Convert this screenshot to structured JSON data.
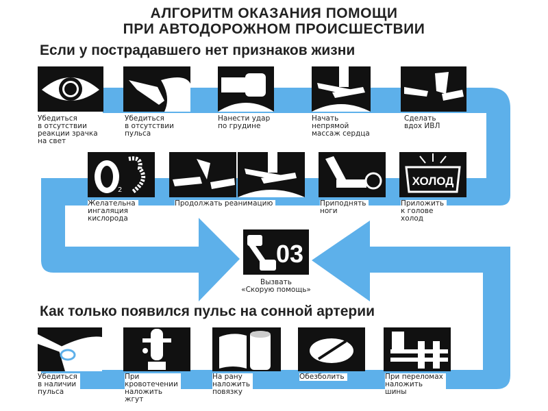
{
  "title": {
    "line1": "АЛГОРИТМ ОКАЗАНИЯ ПОМОЩИ",
    "line2": "ПРИ АВТОДОРОЖНОМ ПРОИСШЕСТВИИ"
  },
  "colors": {
    "band": "#5db0ea",
    "icon_bg": "#111111"
  },
  "section1": {
    "heading": "Если у пострадавшего нет признаков жизни",
    "row1": [
      {
        "icon": "eye-icon",
        "label": "Убедиться\nв отсутствии\nреакции зрачка\nна свет"
      },
      {
        "icon": "hand-pulse-icon",
        "label": "Убедиться\nв отсутствии\nпульса"
      },
      {
        "icon": "fist-icon",
        "label": "Нанести удар\nпо грудине"
      },
      {
        "icon": "cpr-hands-icon",
        "label": "Начать\nнепрямой\nмассаж сердца"
      },
      {
        "icon": "rescue-breath-icon",
        "label": "Сделать\nвдох ИВЛ"
      }
    ],
    "row2": [
      {
        "icon": "oxygen-mask-icon",
        "icon_text": "O",
        "icon_sub": "2",
        "label": "Желательна\nингаляция\nкислорода"
      },
      {
        "icon": "resuscitation-icon",
        "label": "Продолжать реанимацию"
      },
      {
        "icon": "raise-legs-icon",
        "label": "Приподнять\nноги"
      },
      {
        "icon": "cold-pack-icon",
        "icon_text": "ХОЛОД",
        "label": "Приложить\nк голове\nхолод"
      }
    ]
  },
  "call": {
    "icon": "phone-icon",
    "icon_text": "03",
    "label": "Вызвать\n«Скорую помощь»"
  },
  "section2": {
    "heading": "Как только появился пульс на сонной артерии",
    "row3": [
      {
        "icon": "pulse-check-icon",
        "label": "Убедиться\nв наличии\nпульса"
      },
      {
        "icon": "tourniquet-icon",
        "label": "При\nкровотечении\nналожить\nжгут"
      },
      {
        "icon": "bandage-icon",
        "label": "На рану\nналожить\nповязку"
      },
      {
        "icon": "pill-icon",
        "label": "Обезболить"
      },
      {
        "icon": "splint-icon",
        "label": "При переломах\nналожить\nшины"
      }
    ]
  }
}
